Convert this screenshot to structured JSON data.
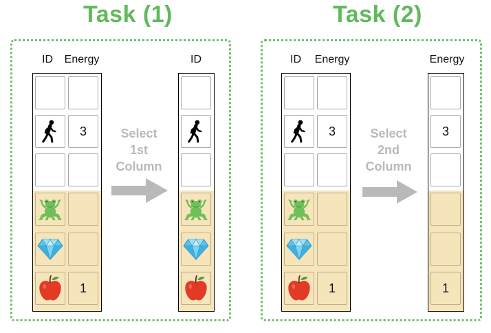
{
  "tasks": [
    {
      "title": "Task (1)",
      "source_headers": [
        "ID",
        "Energy"
      ],
      "arrow_text": [
        "Select",
        "1st",
        "Column"
      ],
      "result_header": "ID"
    },
    {
      "title": "Task (2)",
      "source_headers": [
        "ID",
        "Energy"
      ],
      "arrow_text": [
        "Select",
        "2nd",
        "Column"
      ],
      "result_header": "Energy"
    }
  ],
  "rows": [
    {
      "id_icon": "",
      "energy": ""
    },
    {
      "id_icon": "walking-person-icon",
      "energy": "3"
    },
    {
      "id_icon": "",
      "energy": ""
    },
    {
      "id_icon": "frog-icon",
      "energy": ""
    },
    {
      "id_icon": "diamond-icon",
      "energy": ""
    },
    {
      "id_icon": "apple-icon",
      "energy": "1"
    }
  ],
  "colors": {
    "title": "#62b95c",
    "dotted_border": "#6dbf67",
    "lower_region": "#f6e4bb",
    "arrow": "#b9b9b9",
    "frog": "#6fbf5a",
    "diamond": "#5ec4ea",
    "apple": "#e23a25"
  }
}
